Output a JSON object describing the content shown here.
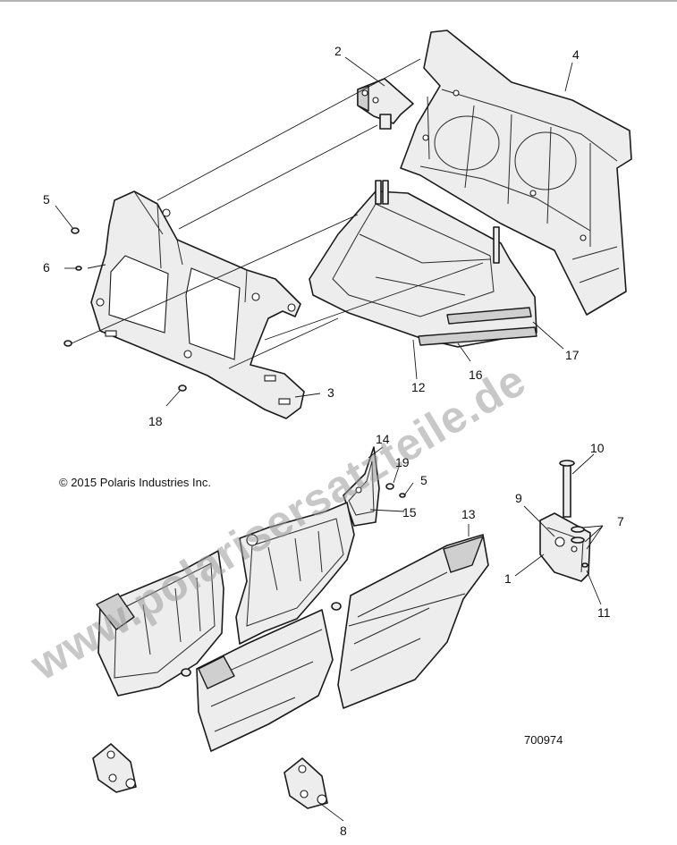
{
  "diagram": {
    "callouts": {
      "c1": "1",
      "c2": "2",
      "c3": "3",
      "c4": "4",
      "c5a": "5",
      "c5b": "5",
      "c6": "6",
      "c7": "7",
      "c8": "8",
      "c9": "9",
      "c10": "10",
      "c11": "11",
      "c12": "12",
      "c13": "13",
      "c14": "14",
      "c15": "15",
      "c16": "16",
      "c17": "17",
      "c18": "18",
      "c19": "19"
    },
    "copyright": "© 2015 Polaris Industries Inc.",
    "figure_number": "700974",
    "watermark": "www.polarisersatzteile.de",
    "colors": {
      "line": "#1a1a1a",
      "fill": "#ededed",
      "watermark": "#9a9a9a"
    }
  }
}
